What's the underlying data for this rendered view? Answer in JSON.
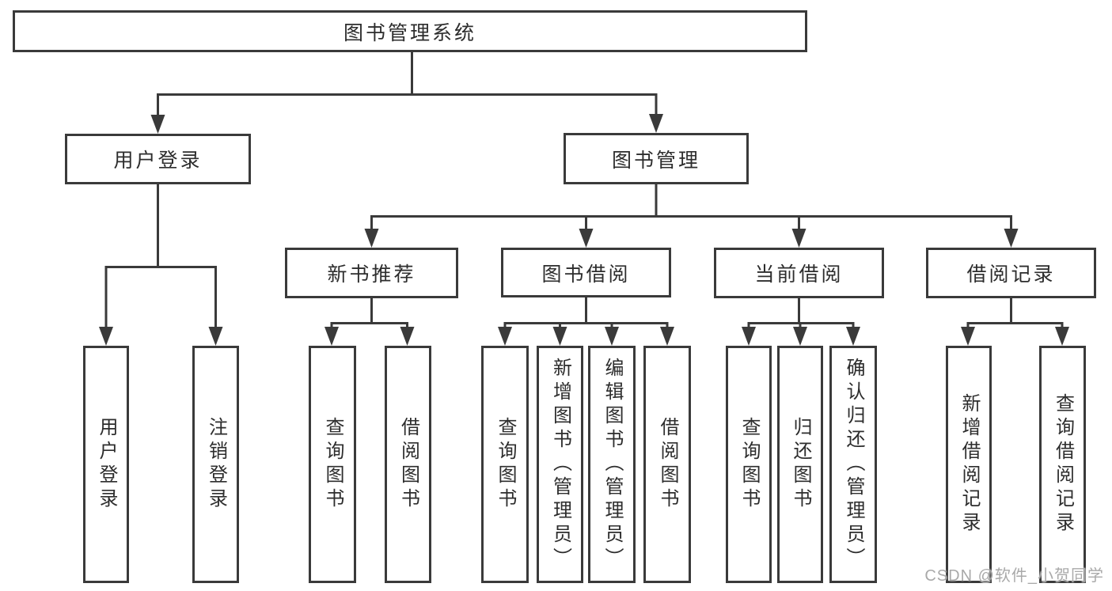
{
  "style": {
    "line_color": "#3a3a3a",
    "box_border_color": "#3a3a3a",
    "box_fill": "#ffffff",
    "text_color": "#2d2d2d",
    "background": "#ffffff",
    "watermark_color": "#a9a9a9"
  },
  "watermark": "CSDN @软件_小贺同学",
  "tree": {
    "label": "图书管理系统",
    "children": [
      {
        "label": "用户登录",
        "children": [
          {
            "label": "用户登录"
          },
          {
            "label": "注销登录"
          }
        ]
      },
      {
        "label": "图书管理",
        "children": [
          {
            "label": "新书推荐",
            "children": [
              {
                "label": "查询图书"
              },
              {
                "label": "借阅图书"
              }
            ]
          },
          {
            "label": "图书借阅",
            "children": [
              {
                "label": "查询图书"
              },
              {
                "label": "新增图书（管理员）"
              },
              {
                "label": "编辑图书（管理员）"
              },
              {
                "label": "借阅图书"
              }
            ]
          },
          {
            "label": "当前借阅",
            "children": [
              {
                "label": "查询图书"
              },
              {
                "label": "归还图书"
              },
              {
                "label": "确认归还（管理员）"
              }
            ]
          },
          {
            "label": "借阅记录",
            "children": [
              {
                "label": "新增借阅记录"
              },
              {
                "label": "查询借阅记录"
              }
            ]
          }
        ]
      }
    ]
  }
}
